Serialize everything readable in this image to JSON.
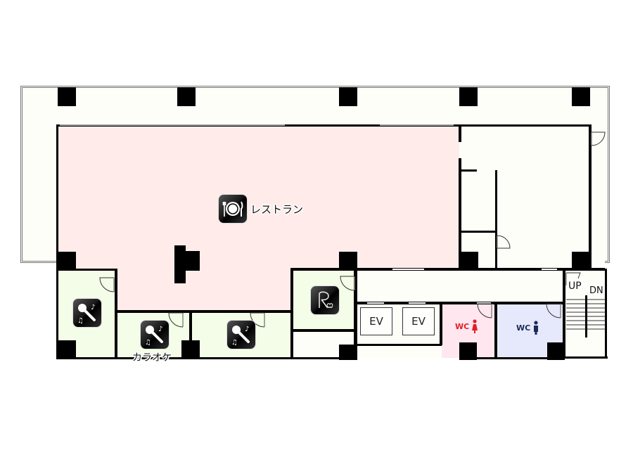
{
  "floor_plan": {
    "rooms": {
      "restaurant": {
        "label": "レストラン",
        "icon": "plate-fork-knife-icon",
        "fill": "#ffecea"
      },
      "karaoke": {
        "label": "カラオケ",
        "icon": "microphone-notes-icon",
        "fill": "#f4fde8",
        "room_count": 3
      },
      "private_room": {
        "icon": "r-crown-logo-icon",
        "fill": "#f4fde8"
      },
      "elevators": [
        {
          "label": "EV"
        },
        {
          "label": "EV"
        }
      ],
      "wc_women": {
        "label": "WC",
        "icon": "female-figure-icon",
        "fill": "#ffe6ef",
        "color": "#e01f26"
      },
      "wc_men": {
        "label": "WC",
        "icon": "male-figure-icon",
        "fill": "#e6e9fb",
        "color": "#1a2a5a"
      },
      "stairs": {
        "up_label": "UP",
        "down_label": "DN"
      }
    },
    "colors": {
      "background": "#ffffff",
      "terrace": "#fefef9",
      "wall": "#000000"
    }
  }
}
